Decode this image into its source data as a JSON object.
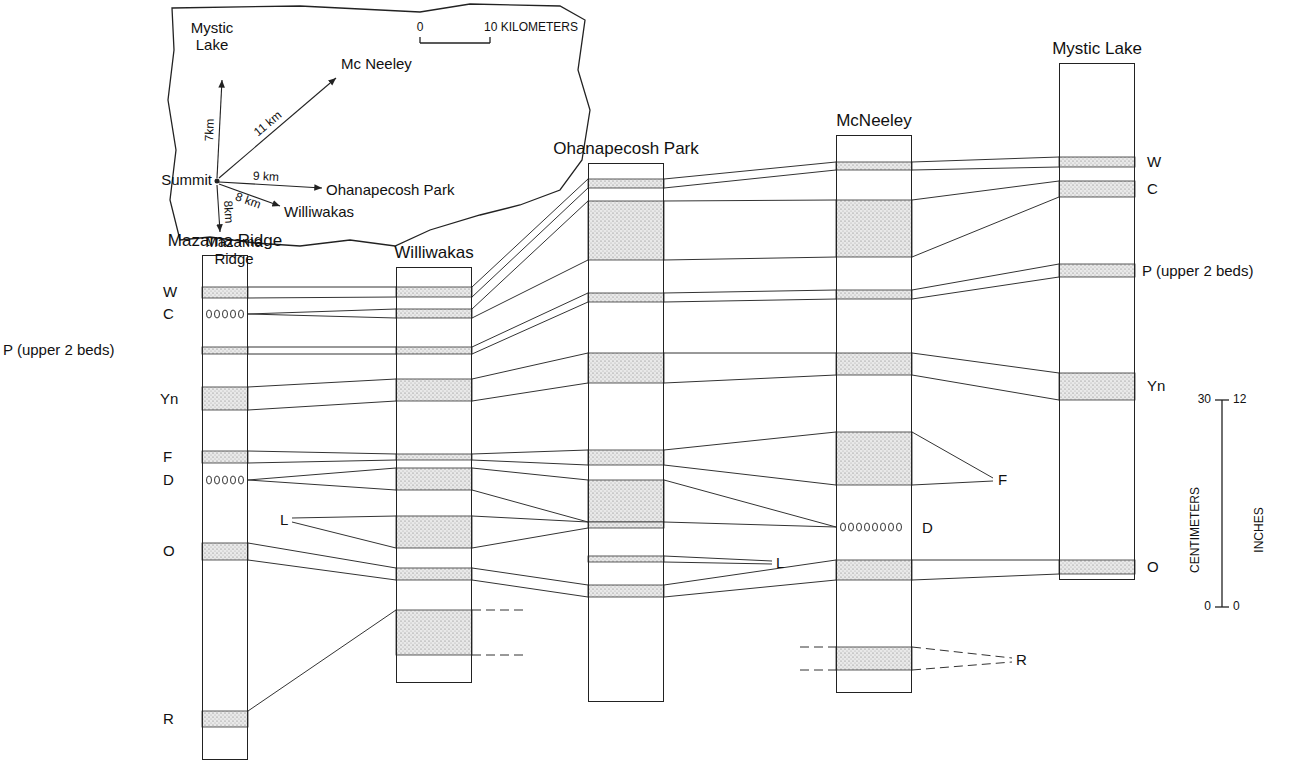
{
  "diagram": {
    "nodes": [
      {
        "text": [
          "Mazama Ridge"
        ]
      },
      {
        "text": [
          "Williwakas"
        ]
      },
      {
        "text": [
          "Ohanapecosh Park"
        ]
      },
      {
        "text": [
          "McNeeley"
        ]
      },
      {
        "text": [
          "Mystic Lake"
        ]
      }
    ],
    "labels": [
      "Mystic Lake",
      "Mc Neeley",
      "Summit",
      "Ohanapecosh Park",
      "Williwakas",
      "Mazama Ridge",
      "7km",
      "11 km",
      "9 km",
      "8 km",
      "8km",
      "0",
      "10 KILOMETERS",
      "W",
      "C",
      "P (upper 2 beds)",
      "Yn",
      "F",
      "D",
      "L",
      "O",
      "R",
      "W",
      "C",
      "P (upper 2 beds)",
      "Yn",
      "O",
      "F",
      "D",
      "L",
      "R",
      "30",
      "12",
      "0",
      "0",
      "CENTIMETERS",
      "INCHES"
    ]
  }
}
